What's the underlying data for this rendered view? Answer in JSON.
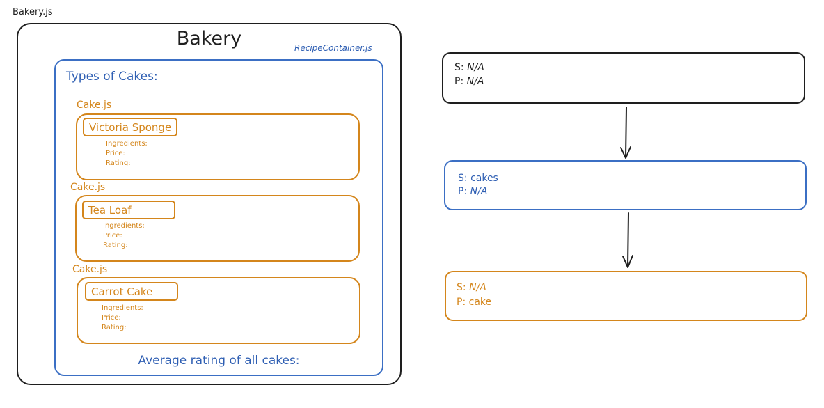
{
  "file_label": "Bakery.js",
  "bakery": {
    "title": "Bakery",
    "recipe_container_label": "RecipeContainer.js",
    "types_title": "Types of Cakes:",
    "average_label": "Average rating of all cakes:",
    "cakes": [
      {
        "file": "Cake.js",
        "name": "Victoria Sponge",
        "fields": [
          "Ingredients:",
          "Price:",
          "Rating:"
        ]
      },
      {
        "file": "Cake.js",
        "name": "Tea Loaf",
        "fields": [
          "Ingredients:",
          "Price:",
          "Rating:"
        ]
      },
      {
        "file": "Cake.js",
        "name": "Carrot Cake",
        "fields": [
          "Ingredients:",
          "Price:",
          "Rating:"
        ]
      }
    ]
  },
  "state_flow": [
    {
      "s_key": "S:",
      "s_value": "N/A",
      "p_key": "P:",
      "p_value": "N/A",
      "color": "#1e1e1e"
    },
    {
      "s_key": "S:",
      "s_value": "cakes",
      "p_key": "P:",
      "p_value": "N/A",
      "color": "#2f5fb3"
    },
    {
      "s_key": "S:",
      "s_value": "N/A",
      "p_key": "P:",
      "p_value": "cake",
      "color": "#d4861c"
    }
  ],
  "colors": {
    "black": "#1e1e1e",
    "blue": "#2f5fb3",
    "orange": "#d4861c"
  }
}
